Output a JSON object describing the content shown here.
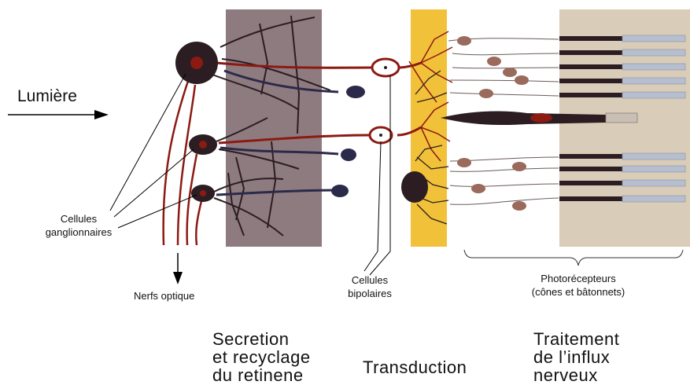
{
  "labels": {
    "light": "Lumière",
    "ganglion_cells": "Cellules\nganglionnaires",
    "optic_nerves": "Nerfs optique",
    "bipolar_cells": "Cellules\nbipolaires",
    "photoreceptors": "Photorécepteurs\n(cônes et bâtonnets)"
  },
  "zones": {
    "secretion": "Secretion\net recyclage\ndu retinene",
    "transduction": "Transduction",
    "processing": "Traitement\nde l’influx\nnerveux"
  },
  "colors": {
    "zone_secretion": "#8e7b80",
    "zone_transduction": "#f2c13a",
    "zone_processing": "#d9ccb8",
    "axon_red": "#8b1a12",
    "cell_dark": "#2b1d22",
    "cell_blue": "#2c2a4a",
    "cell_brown": "#9a6a5c"
  }
}
